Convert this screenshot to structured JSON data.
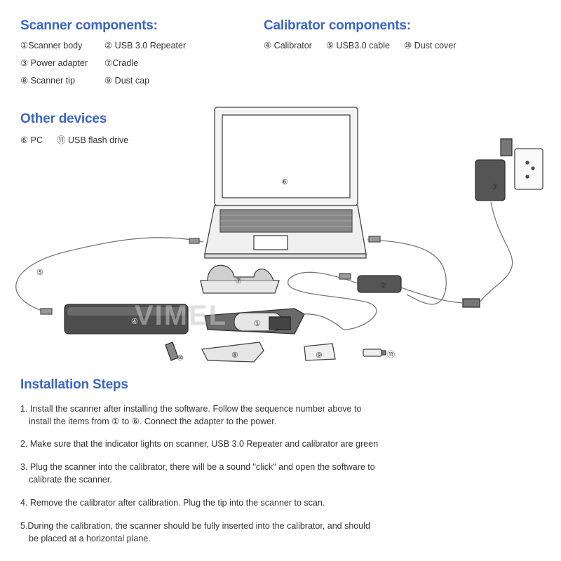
{
  "scanner": {
    "title": "Scanner components:",
    "rows": [
      [
        "①Scanner body",
        "② USB 3.0 Repeater"
      ],
      [
        "③ Power adapter",
        "⑦Cradle"
      ],
      [
        "⑧ Scanner tip",
        "⑨ Dust cap"
      ]
    ]
  },
  "calibrator": {
    "title": "Calibrator components:",
    "items": [
      "④ Calibrator",
      "⑤ USB3.0 cable",
      "⑩ Dust cover"
    ]
  },
  "other": {
    "title": "Other devices",
    "items": [
      "⑥ PC",
      "⑪ USB flash drive"
    ]
  },
  "diagram": {
    "labels": {
      "pc": "⑥",
      "adapter": "③",
      "cable": "⑤",
      "cradle": "⑦",
      "repeater": "②",
      "calibrator": "④",
      "scanner": "①",
      "dust_cover": "⑩",
      "tip": "⑧",
      "dust_cap": "⑨",
      "usb_drive": "⑪"
    },
    "watermark": "VIMEL"
  },
  "install": {
    "title": "Installation Steps",
    "steps": [
      {
        "l1": "1. Install the scanner after installing the software. Follow the sequence number above to",
        "l2": "install the items from ① to ⑥. Connect the adapter to the power."
      },
      {
        "l1": "2. Make sure that the indicator lights on scanner, USB 3.0 Repeater and calibrator are green",
        "l2": ""
      },
      {
        "l1": "3. Plug the scanner into the calibrator, there will be a sound \"click\" and open the software to",
        "l2": "calibrate the scanner."
      },
      {
        "l1": "4. Remove the calibrator after calibration. Plug the tip into the scanner  to scan.",
        "l2": ""
      },
      {
        "l1": "5.During the calibration, the scanner should be fully inserted into the calibrator, and should",
        "l2": "be placed at a horizontal plane."
      }
    ]
  }
}
